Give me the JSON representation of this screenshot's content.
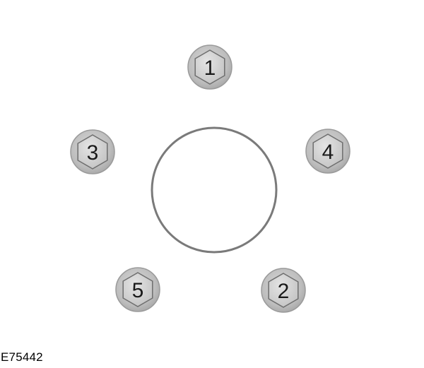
{
  "figure": {
    "reference_code": "E75442",
    "bolts": [
      {
        "id": "bolt-1",
        "label": "1"
      },
      {
        "id": "bolt-2",
        "label": "2"
      },
      {
        "id": "bolt-3",
        "label": "3"
      },
      {
        "id": "bolt-4",
        "label": "4"
      },
      {
        "id": "bolt-5",
        "label": "5"
      }
    ]
  },
  "colors": {
    "center_ring": "#7a7a7a",
    "bolt_washer": "#bdbdbd",
    "bolt_washer_edge": "#8e8e8e",
    "bolt_hex": "#cfcfcf",
    "bolt_hex_edge": "#6e6e6e",
    "label_text": "#1a1a1a"
  },
  "icons": {
    "center": "wheel-hub-circle",
    "bolt": "hex-bolt-icon"
  }
}
